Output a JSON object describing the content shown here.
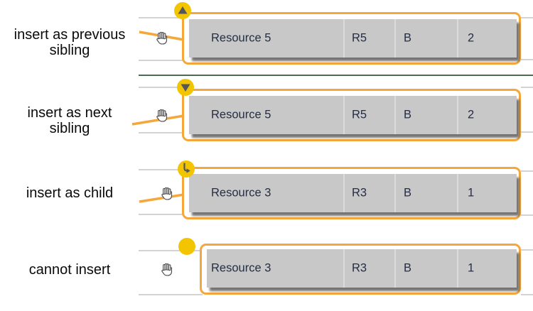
{
  "figure": {
    "sections": [
      {
        "label_lines": [
          "insert as previous",
          "sibling"
        ],
        "indicator": "insert-as-previous-sibling",
        "row": {
          "cells": [
            "Resource 5",
            "R5",
            "B",
            "2"
          ]
        }
      },
      {
        "label_lines": [
          "insert as next",
          "sibling"
        ],
        "indicator": "insert-as-next-sibling",
        "row": {
          "cells": [
            "Resource 5",
            "R5",
            "B",
            "2"
          ]
        }
      },
      {
        "label_lines": [
          "insert as child"
        ],
        "indicator": "insert-as-child",
        "row": {
          "cells": [
            "Resource 3",
            "R3",
            "B",
            "1"
          ]
        }
      },
      {
        "label_lines": [
          "cannot insert"
        ],
        "indicator": "cannot-insert",
        "row": {
          "cells": [
            "Resource 3",
            "R3",
            "B",
            "1"
          ]
        }
      }
    ],
    "colors": {
      "accent_orange": "#F5A73B",
      "indicator_yellow": "#F2C500",
      "row_gray": "#C8C8C8",
      "separator_green": "#476E53"
    }
  }
}
